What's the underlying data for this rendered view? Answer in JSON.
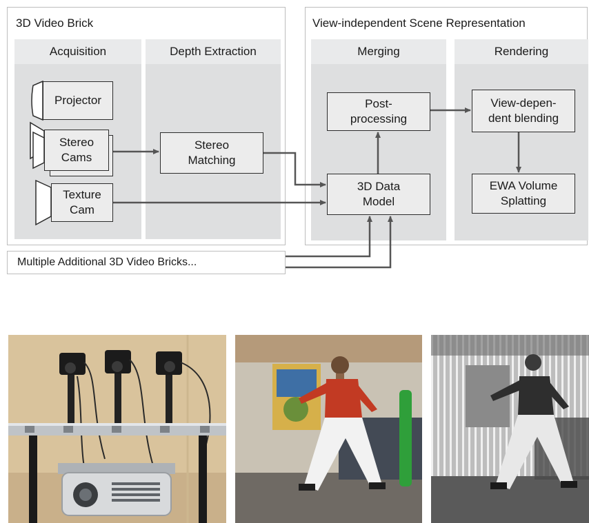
{
  "diagram": {
    "brick_title": "3D Video Brick",
    "scene_title": "View-independent Scene Representation",
    "columns": {
      "acquisition": "Acquisition",
      "depth_extraction": "Depth Extraction",
      "merging": "Merging",
      "rendering": "Rendering"
    },
    "boxes": {
      "projector": "Projector",
      "stereo_cams": "Stereo\nCams",
      "texture_cam": "Texture\nCam",
      "stereo_matching": "Stereo\nMatching",
      "post_processing": "Post-\nprocessing",
      "data_model": "3D Data\nModel",
      "view_dependent_blending": "View-depen-\ndent blending",
      "ewa_volume_splatting": "EWA Volume\nSplatting"
    },
    "additional_bricks": "Multiple Additional 3D Video Bricks...",
    "colors": {
      "column_fill": "#dedfe0",
      "box_fill": "#ececec",
      "stroke": "#2b2b2b",
      "arrow": "#555555"
    }
  }
}
